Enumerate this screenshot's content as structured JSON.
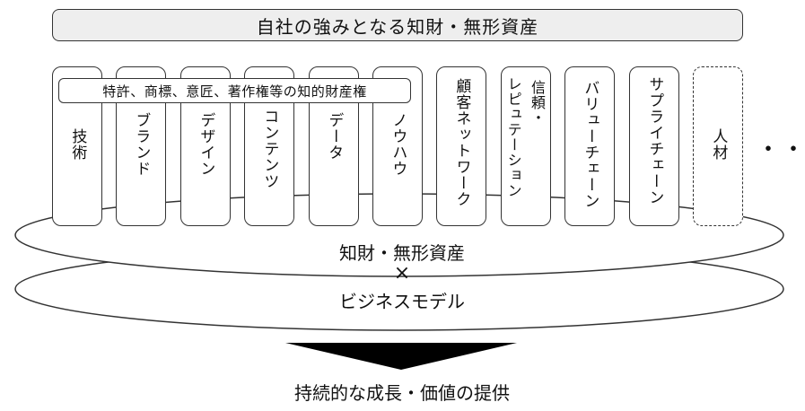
{
  "banner": {
    "title": "自社の強みとなる知財・無形資産"
  },
  "ip_group": {
    "label": "特許、商標、意匠、著作権等の知的財産権"
  },
  "pillars": [
    {
      "label": "技術"
    },
    {
      "label": "ブランド"
    },
    {
      "label": "デザイン"
    },
    {
      "label": "コンテンツ"
    },
    {
      "label": "データ"
    },
    {
      "label": "ノウハウ"
    },
    {
      "label": "顧客ネットワーク"
    },
    {
      "label": "レピュテーション",
      "label2": "信頼・"
    },
    {
      "label": "バリューチェーン"
    },
    {
      "label": "サプライチェーン"
    },
    {
      "label": "人材",
      "style": "dashed"
    }
  ],
  "more": "・・・",
  "platform": {
    "upper_label": "知財・無形資産",
    "times": "×",
    "lower_label": "ビジネスモデル"
  },
  "result": {
    "label": "持続的な成長・価値の提供"
  },
  "colors": {
    "line": "#333333",
    "banner_fill": "#eeeeee",
    "arrow": "#000000"
  }
}
